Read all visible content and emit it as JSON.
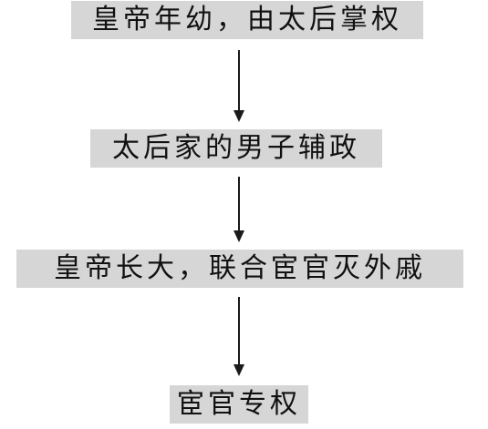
{
  "diagram": {
    "steps": [
      {
        "label": "皇帝年幼，由太后掌权"
      },
      {
        "label": "太后家的男子辅政"
      },
      {
        "label": "皇帝长大，联合宦官灭外戚"
      },
      {
        "label": "宦官专权"
      }
    ],
    "colors": {
      "box_fill": "#d6d6d6",
      "text": "#111111",
      "arrow": "#1a1a1a"
    }
  }
}
